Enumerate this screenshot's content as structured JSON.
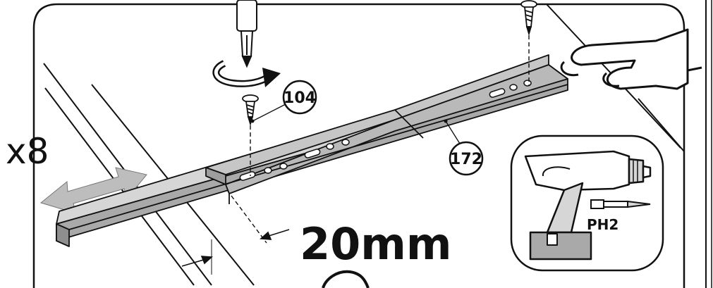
{
  "multiplier_text": "x8",
  "part_callouts": [
    {
      "id": "screw",
      "label": "104"
    },
    {
      "id": "rail",
      "label": "172"
    }
  ],
  "measurement": {
    "text": "20mm"
  },
  "tool_inset": {
    "bit_text": "PH2"
  },
  "colors": {
    "outline": "#111111",
    "rail_top": "#d6d6d6",
    "rail_side": "#a9a9a9",
    "arrow_grey": "#bdbdbd",
    "background": "#ffffff"
  }
}
